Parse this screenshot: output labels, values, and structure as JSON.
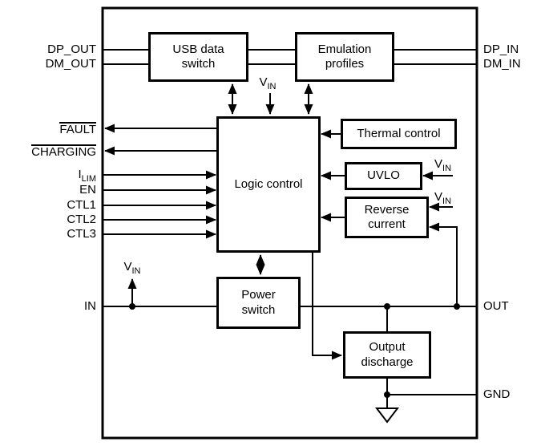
{
  "blocks": {
    "usb_data_switch": {
      "line1": "USB data",
      "line2": "switch"
    },
    "emulation_profiles": {
      "line1": "Emulation",
      "line2": "profiles"
    },
    "logic_control": {
      "line1": "Logic control"
    },
    "thermal_control": {
      "line1": "Thermal control"
    },
    "uvlo": {
      "line1": "UVLO"
    },
    "reverse_current": {
      "line1": "Reverse",
      "line2": "current"
    },
    "power_switch": {
      "line1": "Power",
      "line2": "switch"
    },
    "output_discharge": {
      "line1": "Output",
      "line2": "discharge"
    }
  },
  "pins_left": {
    "dp_out": "DP_OUT",
    "dm_out": "DM_OUT",
    "fault": "FAULT",
    "charging": "CHARGING",
    "ilim_base": "I",
    "ilim_sub": "LIM",
    "en": "EN",
    "ctl1": "CTL1",
    "ctl2": "CTL2",
    "ctl3": "CTL3",
    "in": "IN"
  },
  "pins_right": {
    "dp_in": "DP_IN",
    "dm_in": "DM_IN",
    "out": "OUT",
    "gnd": "GND"
  },
  "supply": {
    "vin_base": "V",
    "vin_sub": "IN"
  },
  "colors": {
    "line": "#000000",
    "background": "#ffffff",
    "text": "#000000"
  }
}
